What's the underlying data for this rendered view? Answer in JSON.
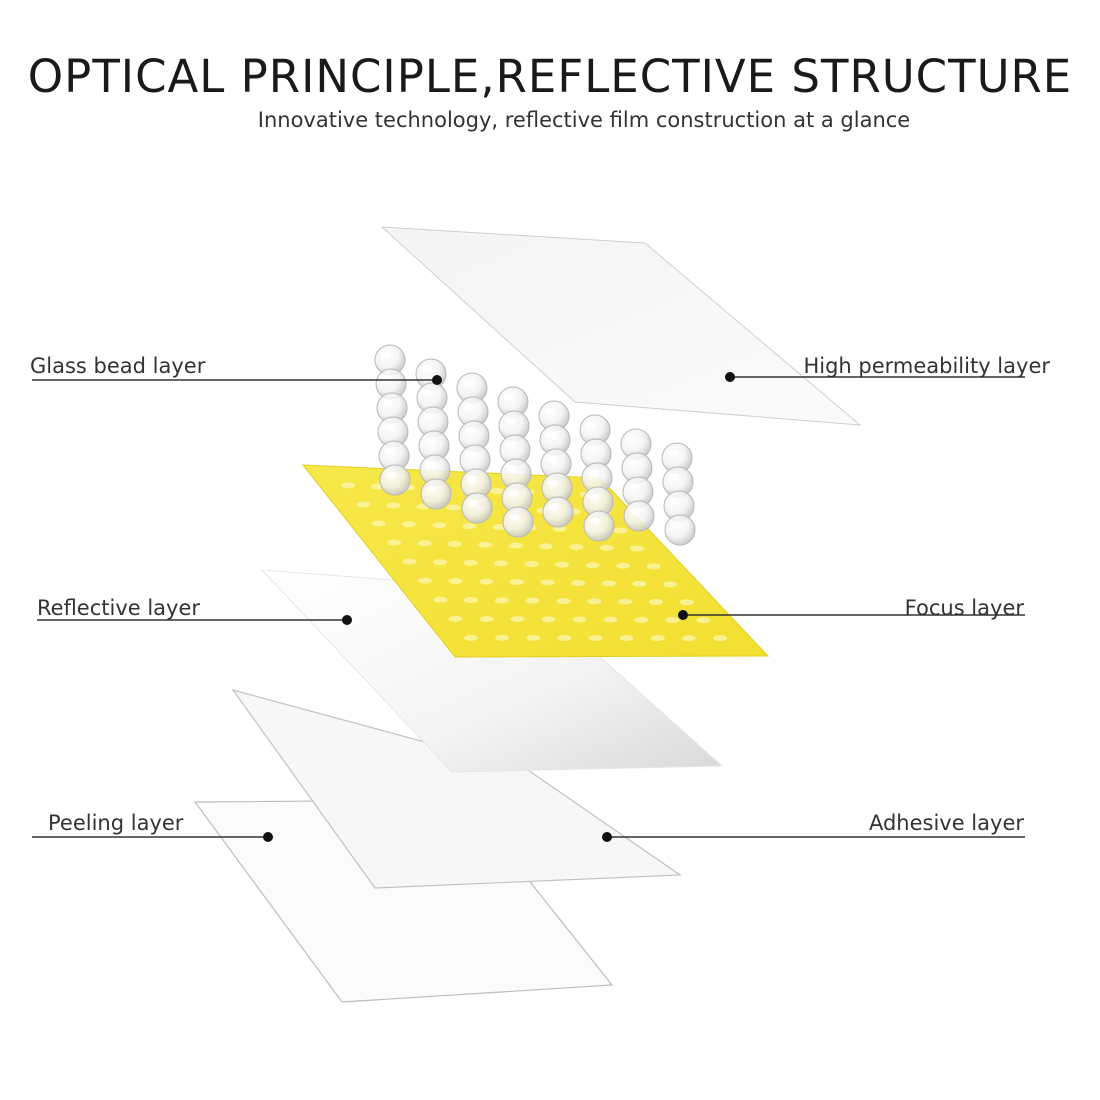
{
  "title": "OPTICAL PRINCIPLE,REFLECTIVE STRUCTURE",
  "subtitle": "Innovative technology, reflective film construction at a glance",
  "labels": {
    "glass_bead": "Glass bead layer",
    "high_permeability": "High permeability layer",
    "reflective": "Reflective layer",
    "focus": "Focus layer",
    "peeling": "Peeling layer",
    "adhesive": "Adhesive layer"
  },
  "colors": {
    "focus_layer": "#f5e33a",
    "leader_line": "#333333"
  }
}
